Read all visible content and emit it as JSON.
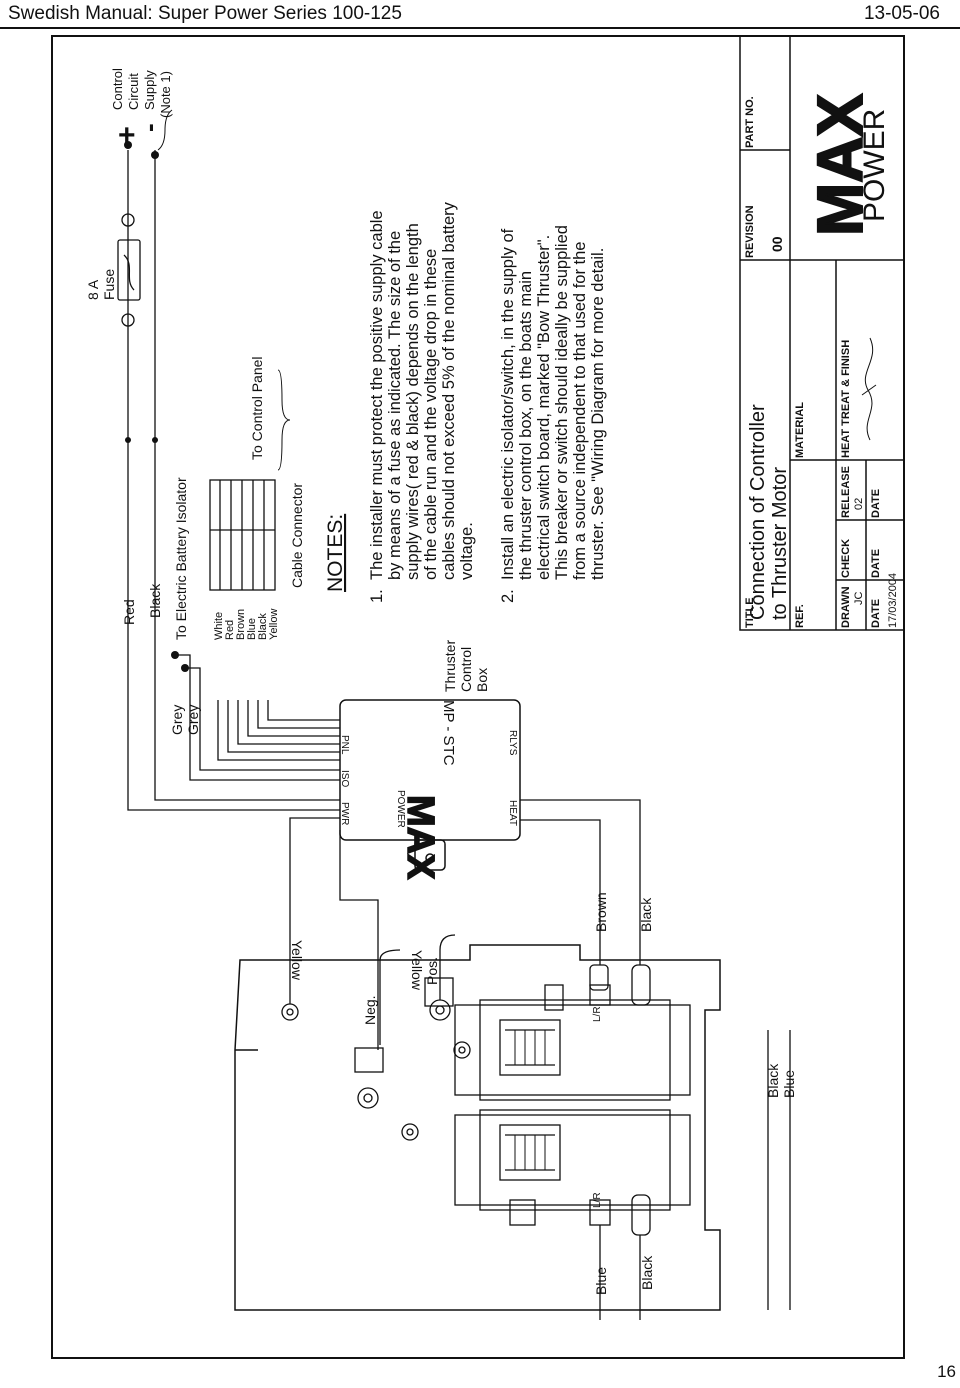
{
  "header": {
    "title": "Swedish Manual: Super Power Series 100-125",
    "date": "13-05-06",
    "page_number": "16"
  },
  "diagram": {
    "fuse": {
      "rating": "8 A",
      "label": "Fuse"
    },
    "control_supply": [
      "Control",
      "Circuit",
      "Supply",
      "(Note 1)"
    ],
    "polarity": {
      "plus": "+",
      "minus": "-"
    },
    "wires_top": {
      "red": "Red",
      "black": "Black"
    },
    "isolator": {
      "grey1": "Grey",
      "grey2": "Grey",
      "label": "To Electric Battery Isolator"
    },
    "panel_wires": [
      "White",
      "Red",
      "Brown",
      "Blue",
      "Black",
      "Yellow"
    ],
    "cable_connector": "Cable Connector",
    "to_control_panel": "To Control Panel",
    "control_box": {
      "model": "MP - STC",
      "label": [
        "Thruster",
        "Control",
        "Box"
      ],
      "terminals": [
        "PNL",
        "ISO",
        "PWR",
        "HEAT",
        "RLYS"
      ],
      "power_text": "POWER"
    },
    "motor": {
      "yellow1": "Yellow",
      "yellow2": "Yellow",
      "neg": "Neg.",
      "pos": "Pos.",
      "brown": "Brown",
      "black_right": "Black",
      "lr1": "L/R",
      "lr2": "L/R",
      "black_blue": [
        "Black",
        "Blue"
      ],
      "blue_left": "Blue",
      "black_left": "Black"
    }
  },
  "notes": {
    "heading": "NOTES:",
    "items": [
      {
        "num": "1.",
        "lines": [
          "The installer must protect the positive supply cable",
          "by means of a fuse as indicated. The size of the",
          "supply wires( red & black) depends on the length",
          "of the cable run and the voltage drop in these",
          "cables should not exceed 5% of the nominal battery",
          "voltage."
        ]
      },
      {
        "num": "2.",
        "lines": [
          "Install an electric isolator/switch, in the supply of",
          "the thruster control box, on the boats main",
          "electrical switch board, marked \"Bow Thruster\".",
          "This breaker or switch should ideally be supplied",
          "from a source independent to that used for the",
          "thruster. See \"Wiring Diagram for more detail."
        ]
      }
    ]
  },
  "title_block": {
    "title_label": "TITLE",
    "title_lines": [
      "Connection of Controller",
      "to Thruster Motor"
    ],
    "ref_label": "REF.",
    "material_label": "MATERIAL",
    "drawn_label": "DRAWN",
    "drawn_value": "JC",
    "check_label": "CHECK",
    "release_label": "RELEASE",
    "release_value": "02",
    "heat_label": "HEAT TREAT & FINISH",
    "date_label": "DATE",
    "date_value": "17/03/2004",
    "revision_label": "REVISION",
    "revision_value": "00",
    "part_label": "PART NO.",
    "logo_text": "MAX",
    "power_text": "POWER"
  }
}
